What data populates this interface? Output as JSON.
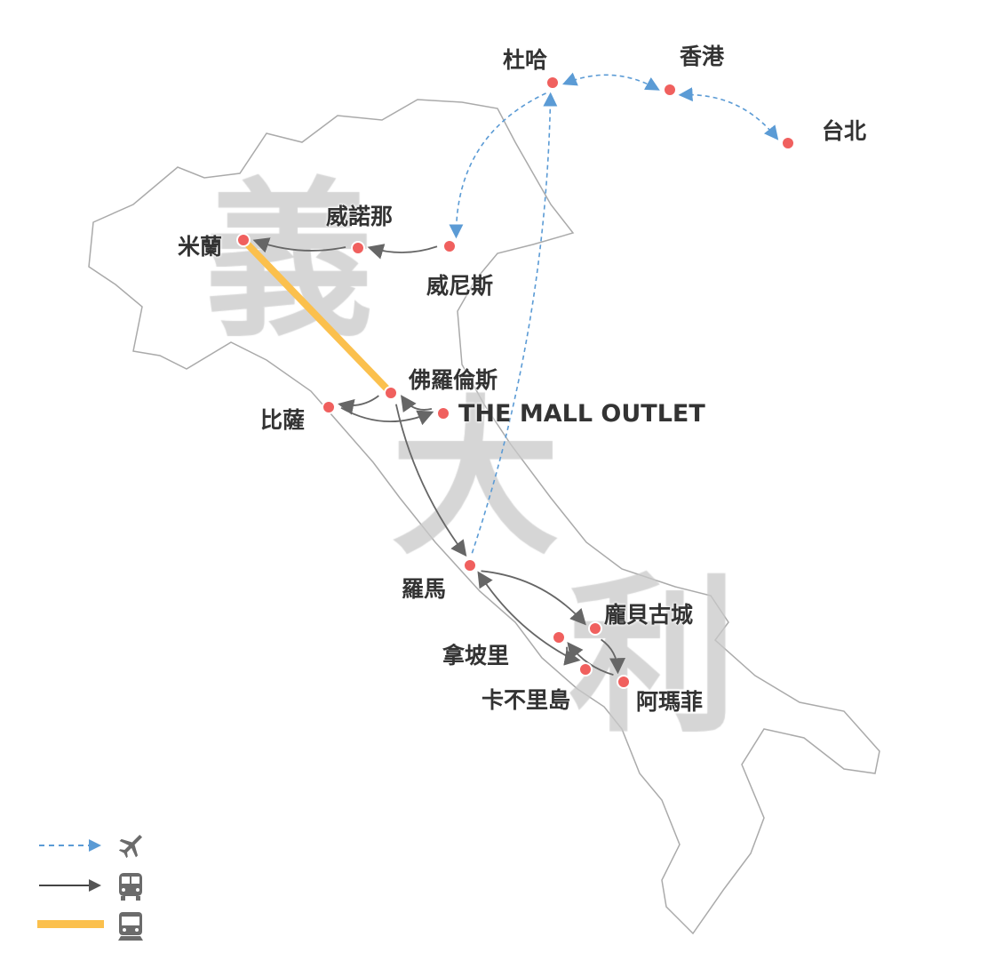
{
  "map": {
    "watermark": [
      "義",
      "大",
      "利"
    ],
    "cities": {
      "doha": "杜哈",
      "hongkong": "香港",
      "taipei": "台北",
      "verona": "威諾那",
      "milan": "米蘭",
      "venice": "威尼斯",
      "florence": "佛羅倫斯",
      "pisa": "比薩",
      "mall": "THE MALL OUTLET",
      "rome": "羅馬",
      "pompeii": "龐貝古城",
      "naples": "拿坡里",
      "capri": "卡不里島",
      "amalfi": "阿瑪菲"
    },
    "routes": [
      {
        "from": "doha",
        "to": "hongkong",
        "mode": "flight",
        "both": true
      },
      {
        "from": "hongkong",
        "to": "taipei",
        "mode": "flight",
        "both": true
      },
      {
        "from": "doha",
        "to": "venice",
        "mode": "flight"
      },
      {
        "from": "rome",
        "to": "doha",
        "mode": "flight"
      },
      {
        "from": "venice",
        "to": "verona",
        "mode": "bus"
      },
      {
        "from": "verona",
        "to": "milan",
        "mode": "bus"
      },
      {
        "from": "milan",
        "to": "florence",
        "mode": "train"
      },
      {
        "from": "florence",
        "to": "pisa",
        "mode": "bus"
      },
      {
        "from": "pisa",
        "to": "mall",
        "mode": "bus"
      },
      {
        "from": "mall",
        "to": "florence",
        "mode": "bus"
      },
      {
        "from": "florence",
        "to": "rome",
        "mode": "bus"
      },
      {
        "from": "rome",
        "to": "pompeii",
        "mode": "bus"
      },
      {
        "from": "pompeii",
        "to": "amalfi",
        "mode": "bus"
      },
      {
        "from": "amalfi",
        "to": "naples",
        "mode": "bus"
      },
      {
        "from": "naples",
        "to": "capri",
        "mode": "bus"
      },
      {
        "from": "capri",
        "to": "rome",
        "mode": "bus"
      }
    ],
    "colors": {
      "flight": "#5b9bd5",
      "bus": "#666666",
      "train": "#fbc04d",
      "city": "#f0605e",
      "land": "#ffffff",
      "border": "#aaaaaa"
    }
  },
  "legend": [
    {
      "mode": "flight",
      "icon": "airplane-icon"
    },
    {
      "mode": "bus",
      "icon": "bus-icon"
    },
    {
      "mode": "train",
      "icon": "train-icon"
    }
  ]
}
